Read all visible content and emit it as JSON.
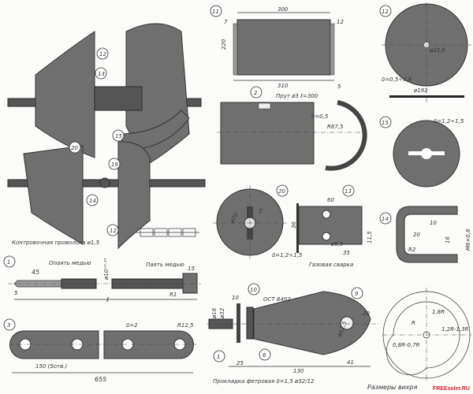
{
  "assembly": {
    "balloons": [
      "12",
      "13",
      "15",
      "20",
      "19",
      "14",
      "12"
    ],
    "note": "Контровочная проволока ø1,5"
  },
  "part1": {
    "id": "1",
    "d45": "45",
    "d5": "5",
    "note1": "Опаять медью",
    "note2": "Паять медью",
    "dia": "ø10⁺⁰·¹⁵",
    "d15": "15",
    "r": "R1",
    "len": "ℓ"
  },
  "part3": {
    "id": "3",
    "thk": "δ=2",
    "r": "R12,5",
    "spacing": "150 (5отв.)",
    "len": "655"
  },
  "part11": {
    "id": "11",
    "w300": "300",
    "w310": "310",
    "h220": "220",
    "d7": "7",
    "d5": "5",
    "d12": "12"
  },
  "part2": {
    "id": "2",
    "rod": "Прут ø3 ℓ=300",
    "thk": "δ=0,5",
    "r": "R67,5"
  },
  "part20": {
    "id": "20",
    "dia": "ø70",
    "d": "2"
  },
  "part13": {
    "id": "13",
    "d60": "60",
    "d36": "36",
    "d35": "35",
    "d115": "11,5",
    "hole": "ø6,5",
    "thk": "δ=1,2÷1,5",
    "weld": "Газовая сварка"
  },
  "bottom_assembly": {
    "b10": "10",
    "ost": "ОСТ 8402",
    "b9": "9",
    "b1": "1",
    "b6": "6",
    "d10": "10",
    "d25": "25",
    "d130": "130",
    "d41": "41",
    "d20": "20",
    "hole": "ø12,5",
    "dia1": "ø16",
    "dia2": "ø32",
    "gasket": "Прокладка фетровая δ=1,5  ø32/12"
  },
  "part12": {
    "id": "12",
    "dia": "ø192",
    "thk": "δ=0,5÷0,8",
    "hole": "ø22,0"
  },
  "part15": {
    "id": "15",
    "thk": "δ=1,2÷1,5"
  },
  "part14": {
    "id": "14",
    "d10": "10",
    "d20": "20",
    "d16": "16",
    "m": "M6×0,8",
    "r": "R2"
  },
  "vortex": {
    "r": "R",
    "r18": "1,8R",
    "r12": "1,2R-1,3R",
    "r08": "0,8R-0,7R",
    "caption": "Размеры вихря"
  },
  "watermark": "FREEsoler.RU"
}
